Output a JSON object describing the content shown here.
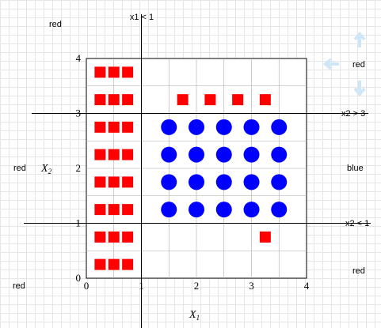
{
  "diagram": {
    "x_axis_label": "X",
    "x_axis_sub": "1",
    "y_axis_label": "X",
    "y_axis_sub": "2",
    "x_ticks": [
      "0",
      "1",
      "2",
      "3",
      "4"
    ],
    "y_ticks": [
      "0",
      "1",
      "2",
      "3",
      "4"
    ],
    "region_labels": {
      "top_left": "red",
      "top_right": "red",
      "middle_left": "red",
      "middle_right": "blue",
      "bottom_left": "red",
      "bottom_right": "red"
    },
    "split_labels": {
      "vertical": "x1 < 1",
      "upper_horizontal": "x2 > 3",
      "lower_horizontal": "x2 < 1"
    },
    "colors": {
      "red": "#ff0000",
      "blue": "#0000ff"
    },
    "splits": {
      "x1": 1,
      "x2_upper": 3,
      "x2_lower": 1
    },
    "red_squares": [
      [
        0.25,
        3.75
      ],
      [
        0.5,
        3.75
      ],
      [
        0.75,
        3.75
      ],
      [
        0.25,
        3.25
      ],
      [
        0.5,
        3.25
      ],
      [
        0.75,
        3.25
      ],
      [
        0.25,
        2.75
      ],
      [
        0.5,
        2.75
      ],
      [
        0.75,
        2.75
      ],
      [
        0.25,
        2.25
      ],
      [
        0.5,
        2.25
      ],
      [
        0.75,
        2.25
      ],
      [
        0.25,
        1.75
      ],
      [
        0.5,
        1.75
      ],
      [
        0.75,
        1.75
      ],
      [
        0.25,
        1.25
      ],
      [
        0.5,
        1.25
      ],
      [
        0.75,
        1.25
      ],
      [
        0.25,
        0.75
      ],
      [
        0.5,
        0.75
      ],
      [
        0.75,
        0.75
      ],
      [
        0.25,
        0.25
      ],
      [
        0.5,
        0.25
      ],
      [
        0.75,
        0.25
      ],
      [
        1.75,
        3.25
      ],
      [
        2.25,
        3.25
      ],
      [
        2.75,
        3.25
      ],
      [
        3.25,
        3.25
      ],
      [
        3.25,
        0.75
      ]
    ],
    "blue_circles": [
      [
        1.5,
        2.75
      ],
      [
        2.0,
        2.75
      ],
      [
        2.5,
        2.75
      ],
      [
        3.0,
        2.75
      ],
      [
        3.5,
        2.75
      ],
      [
        1.5,
        2.25
      ],
      [
        2.0,
        2.25
      ],
      [
        2.5,
        2.25
      ],
      [
        3.0,
        2.25
      ],
      [
        3.5,
        2.25
      ],
      [
        1.5,
        1.75
      ],
      [
        2.0,
        1.75
      ],
      [
        2.5,
        1.75
      ],
      [
        3.0,
        1.75
      ],
      [
        3.5,
        1.75
      ],
      [
        1.5,
        1.25
      ],
      [
        2.0,
        1.25
      ],
      [
        2.5,
        1.25
      ],
      [
        3.0,
        1.25
      ],
      [
        3.5,
        1.25
      ]
    ],
    "icon": "move-arrows-icon"
  }
}
